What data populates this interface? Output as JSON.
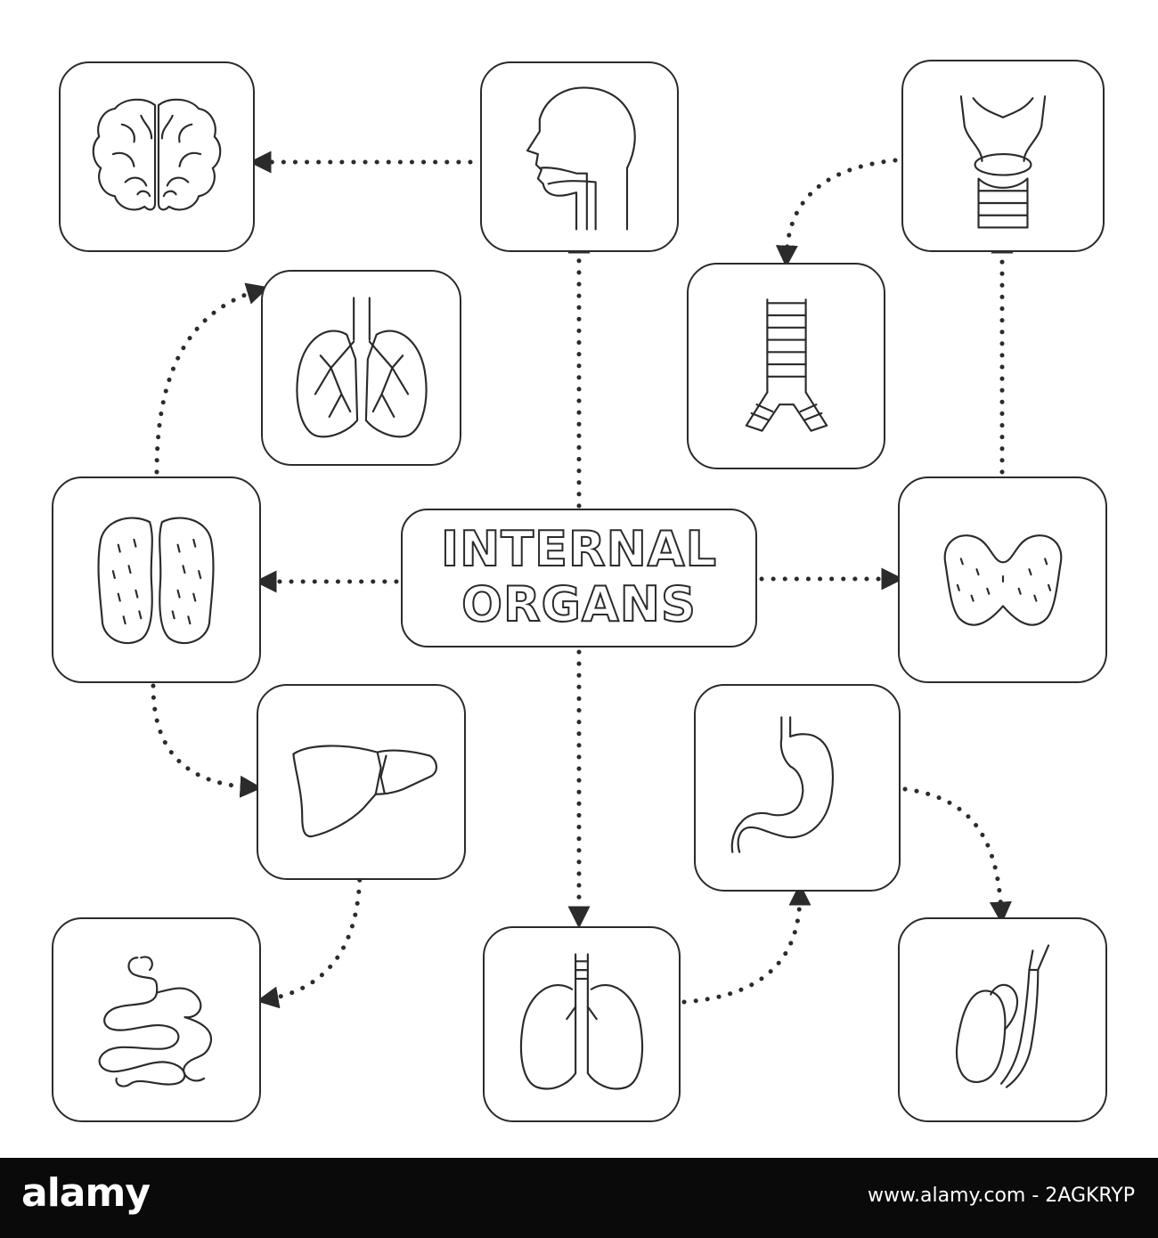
{
  "title": {
    "line1": "INTERNAL",
    "line2": "ORGANS"
  },
  "footer": {
    "brand": "alamy",
    "image_id": "www.alamy.com - 2AGKRYP"
  },
  "icons": {
    "top_left": "brain-icon",
    "top_center": "head-profile-icon",
    "top_right": "larynx-icon",
    "upper_mid_left": "bronchi-lungs-icon",
    "upper_mid_right": "trachea-icon",
    "mid_left": "kidneys-icon",
    "mid_right": "thyroid-icon",
    "lower_mid_left": "liver-icon",
    "lower_mid_right": "stomach-icon",
    "bottom_left": "intestine-icon",
    "bottom_center": "lungs-icon",
    "bottom_right": "gallbladder-icon"
  },
  "colors": {
    "stroke": "#2b2b2b",
    "background": "#ffffff",
    "footer": "#0a0a0a"
  }
}
